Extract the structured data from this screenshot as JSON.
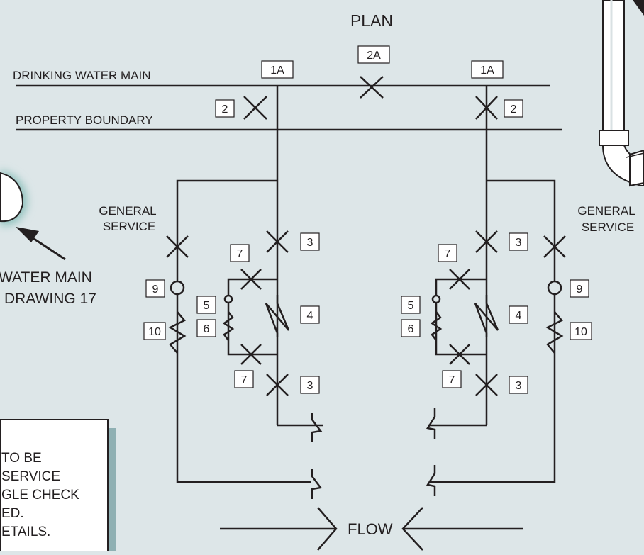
{
  "diagram": {
    "title": "PLAN",
    "labels": {
      "drinking_water_main": "DRINKING WATER MAIN",
      "property_boundary": "PROPERTY BOUNDARY",
      "general_service_left": [
        "GENERAL",
        "SERVICE"
      ],
      "general_service_right": [
        "GENERAL",
        "SERVICE"
      ],
      "flow": "FLOW",
      "callout_text": [
        "WATER MAIN",
        "DRAWING 17"
      ]
    },
    "note_box_lines": [
      " TO BE",
      " SERVICE",
      "GLE CHECK",
      "ED.",
      "ETAILS."
    ],
    "tags": {
      "t1A": "1A",
      "t2A": "2A",
      "t2": "2",
      "t3": "3",
      "t4": "4",
      "t5": "5",
      "t6": "6",
      "t7": "7",
      "t9": "9",
      "t10": "10"
    },
    "colors": {
      "background": "#dde6e8",
      "line": "#231f20",
      "note_box_shadow": "#8fb0b3",
      "callout_glow": "#8cc0bb"
    }
  }
}
